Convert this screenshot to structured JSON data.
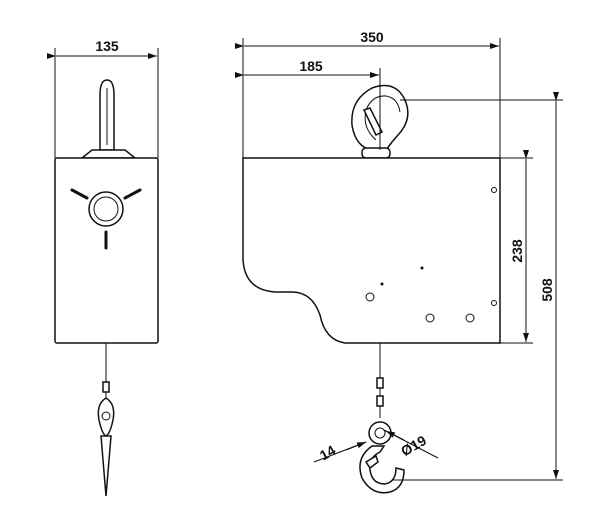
{
  "dimensions": {
    "front_width": "135",
    "side_overall_width": "350",
    "side_offset": "185",
    "body_height": "238",
    "overall_height": "508",
    "hook_thickness": "14",
    "hook_eye_diameter": "Ø19"
  }
}
